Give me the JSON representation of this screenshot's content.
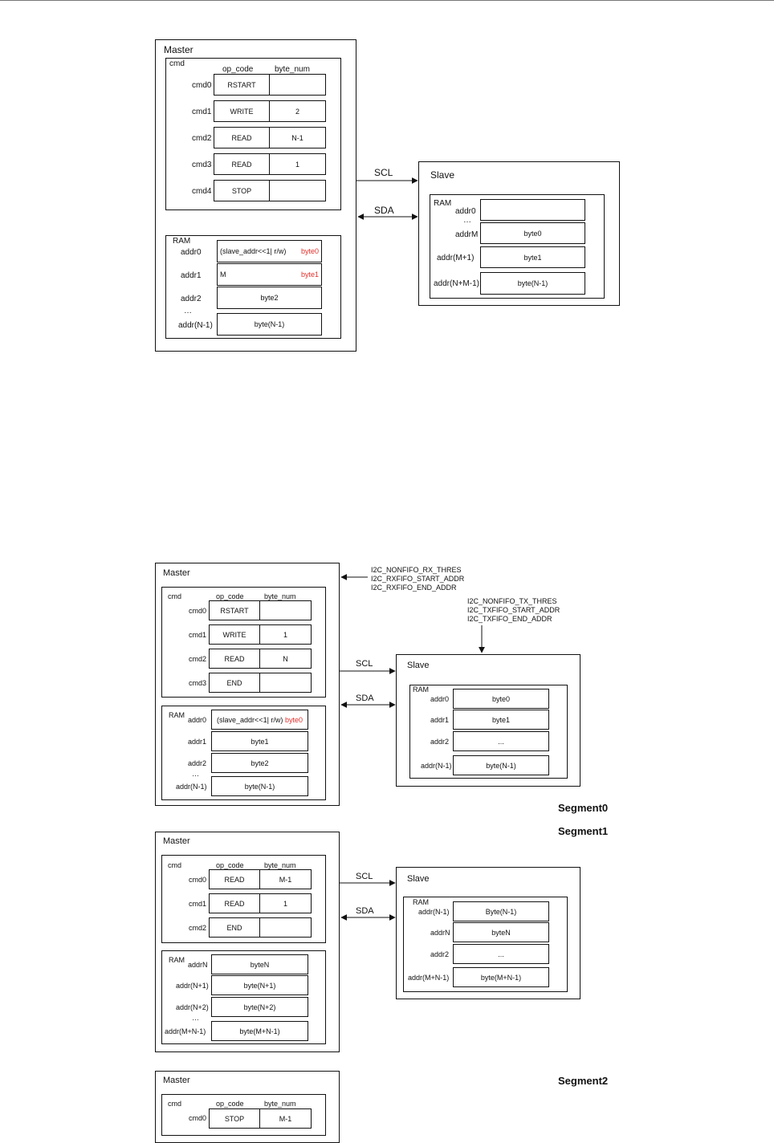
{
  "d1": {
    "master": "Master",
    "cmd": "cmd",
    "op_code": "op_code",
    "byte_num": "byte_num",
    "cmds": [
      {
        "name": "cmd0",
        "op": "RSTART",
        "num": ""
      },
      {
        "name": "cmd1",
        "op": "WRITE",
        "num": "2"
      },
      {
        "name": "cmd2",
        "op": "READ",
        "num": "N-1"
      },
      {
        "name": "cmd3",
        "op": "READ",
        "num": "1"
      },
      {
        "name": "cmd4",
        "op": "STOP",
        "num": ""
      }
    ],
    "ram": "RAM",
    "ram_rows": [
      {
        "addr": "addr0",
        "val": "(slave_addr<<1| r/w)",
        "red": "byte0"
      },
      {
        "addr": "addr1",
        "val": "M",
        "red": "byte1"
      },
      {
        "addr": "addr2",
        "val": "byte2",
        "red": ""
      },
      {
        "addr": "addr(N-1)",
        "val": "byte(N-1)",
        "red": ""
      }
    ],
    "dots": "…",
    "scl": "SCL",
    "sda": "SDA",
    "slave": "Slave",
    "slave_ram": "RAM",
    "slave_rows": [
      {
        "addr": "addr0",
        "val": ""
      },
      {
        "addr": "addrM",
        "val": "byte0"
      },
      {
        "addr": "addr(M+1)",
        "val": "byte1"
      },
      {
        "addr": "addr(N+M-1)",
        "val": "byte(N-1)"
      }
    ]
  },
  "d2": {
    "seg0": {
      "master": "Master",
      "cmd": "cmd",
      "op_code": "op_code",
      "byte_num": "byte_num",
      "cmds": [
        {
          "name": "cmd0",
          "op": "RSTART",
          "num": ""
        },
        {
          "name": "cmd1",
          "op": "WRITE",
          "num": "1"
        },
        {
          "name": "cmd2",
          "op": "READ",
          "num": "N"
        },
        {
          "name": "cmd3",
          "op": "END",
          "num": ""
        }
      ],
      "ram": "RAM",
      "ram_rows": [
        {
          "addr": "addr0",
          "val": "(slave_addr<<1| r/w)",
          "red": "byte0"
        },
        {
          "addr": "addr1",
          "val": "byte1",
          "red": ""
        },
        {
          "addr": "addr2",
          "val": "byte2",
          "red": ""
        },
        {
          "addr": "addr(N-1)",
          "val": "byte(N-1)",
          "red": ""
        }
      ],
      "dots": "…",
      "rx_regs": [
        "I2C_NONFIFO_RX_THRES",
        "I2C_RXFIFO_START_ADDR",
        "I2C_RXFIFO_END_ADDR"
      ],
      "tx_regs": [
        "I2C_NONFIFO_TX_THRES",
        "I2C_TXFIFO_START_ADDR",
        "I2C_TXFIFO_END_ADDR"
      ],
      "scl": "SCL",
      "sda": "SDA",
      "slave": "Slave",
      "slave_ram": "RAM",
      "slave_rows": [
        {
          "addr": "addr0",
          "val": "byte0"
        },
        {
          "addr": "addr1",
          "val": "byte1"
        },
        {
          "addr": "addr2",
          "val": "..."
        },
        {
          "addr": "addr(N-1)",
          "val": "byte(N-1)"
        }
      ],
      "label": "Segment0"
    },
    "seg1": {
      "label": "Segment1",
      "master": "Master",
      "cmd": "cmd",
      "op_code": "op_code",
      "byte_num": "byte_num",
      "cmds": [
        {
          "name": "cmd0",
          "op": "READ",
          "num": "M-1"
        },
        {
          "name": "cmd1",
          "op": "READ",
          "num": "1"
        },
        {
          "name": "cmd2",
          "op": "END",
          "num": ""
        }
      ],
      "ram": "RAM",
      "ram_rows": [
        {
          "addr": "addrN",
          "val": "byteN"
        },
        {
          "addr": "addr(N+1)",
          "val": "byte(N+1)"
        },
        {
          "addr": "addr(N+2)",
          "val": "byte(N+2)"
        },
        {
          "addr": "addr(M+N-1)",
          "val": "byte(M+N-1)"
        }
      ],
      "dots": "…",
      "scl": "SCL",
      "sda": "SDA",
      "slave": "Slave",
      "slave_ram": "RAM",
      "slave_rows": [
        {
          "addr": "addr(N-1)",
          "val": "Byte(N-1)"
        },
        {
          "addr": "addrN",
          "val": "byteN"
        },
        {
          "addr": "addr2",
          "val": "..."
        },
        {
          "addr": "addr(M+N-1)",
          "val": "byte(M+N-1)"
        }
      ]
    },
    "seg2": {
      "label": "Segment2",
      "master": "Master",
      "cmd": "cmd",
      "op_code": "op_code",
      "byte_num": "byte_num",
      "cmds": [
        {
          "name": "cmd0",
          "op": "STOP",
          "num": "M-1"
        }
      ]
    }
  }
}
